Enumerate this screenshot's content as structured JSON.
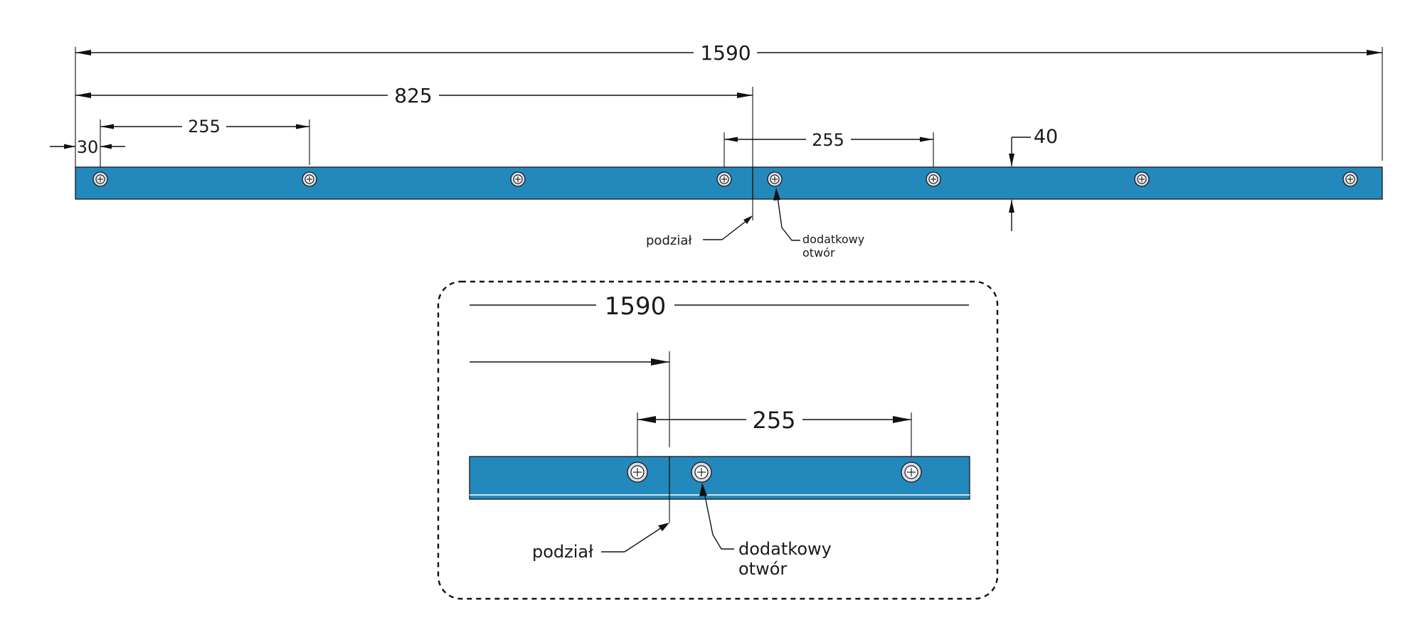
{
  "drawing": {
    "dimensions": {
      "total_length": "1590",
      "split_position": "825",
      "hole_spacing_left": "255",
      "edge_offset": "30",
      "hole_spacing_right": "255",
      "bar_width": "40"
    },
    "labels": {
      "split": "podział",
      "extra_hole_line1": "dodatkowy",
      "extra_hole_line2": "otwór"
    },
    "detail": {
      "total_length": "1590",
      "hole_spacing": "255",
      "split": "podział",
      "extra_hole_line1": "dodatkowy",
      "extra_hole_line2": "otwór"
    },
    "colors": {
      "bar_fill": "#2389bd",
      "line": "#111111"
    }
  }
}
